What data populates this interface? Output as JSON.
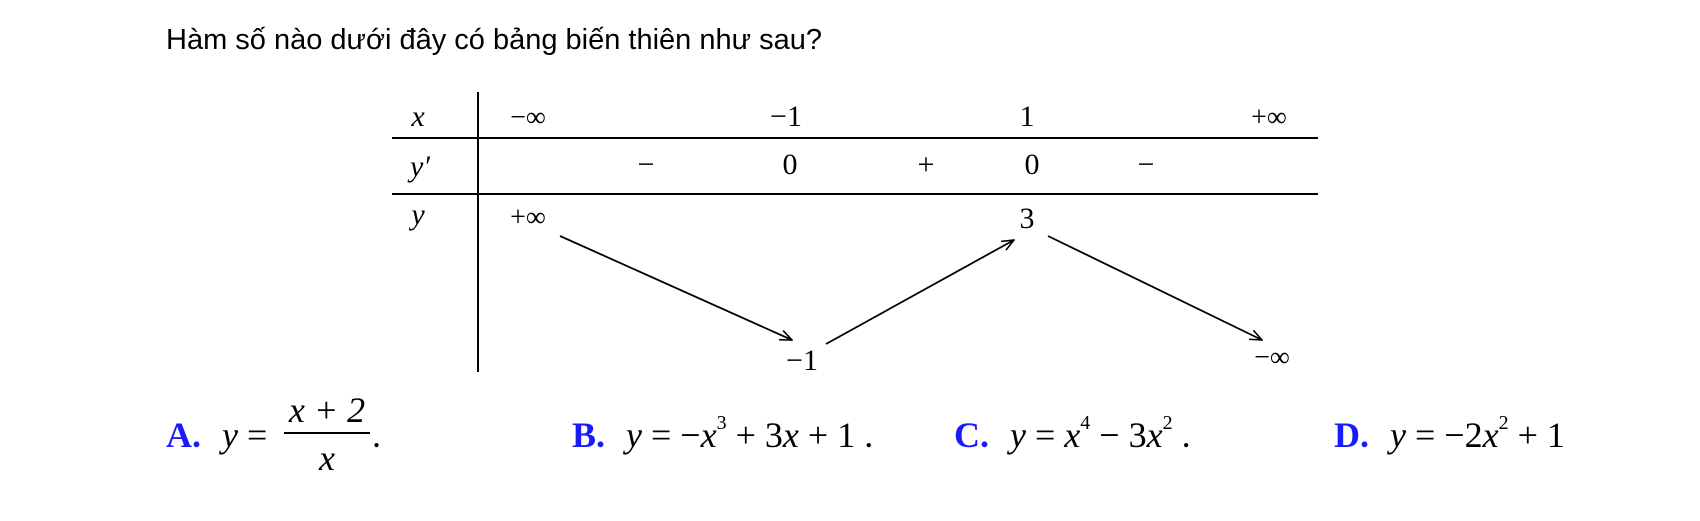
{
  "question": "Hàm số nào dưới đây có bảng biến thiên như sau?",
  "table": {
    "row_labels": {
      "x": "x",
      "dy": "y′",
      "y": "y"
    },
    "x_values": [
      "−∞",
      "−1",
      "1",
      "+∞"
    ],
    "dy_signs": [
      "−",
      "0",
      "+",
      "0",
      "−"
    ],
    "y_values": {
      "start": "+∞",
      "min": "−1",
      "max": "3",
      "end": "−∞"
    }
  },
  "answers": {
    "A": {
      "letter": "A.",
      "lhs": "y",
      "eq": " = ",
      "num": "x + 2",
      "den": "x",
      "tail": "."
    },
    "B": {
      "letter": "B.",
      "text_1": "y",
      "text_2": " = −",
      "text_3": "x",
      "exp": "3",
      "text_4": " + 3",
      "text_5": "x",
      "text_6": " + 1 ."
    },
    "C": {
      "letter": "C.",
      "text_1": "y",
      "text_2": " = ",
      "text_3": "x",
      "exp1": "4",
      "text_4": " − 3",
      "text_5": "x",
      "exp2": "2",
      "text_6": " ."
    },
    "D": {
      "letter": "D.",
      "text_1": "y",
      "text_2": " = −2",
      "text_3": "x",
      "exp": "2",
      "text_4": " + 1"
    }
  }
}
